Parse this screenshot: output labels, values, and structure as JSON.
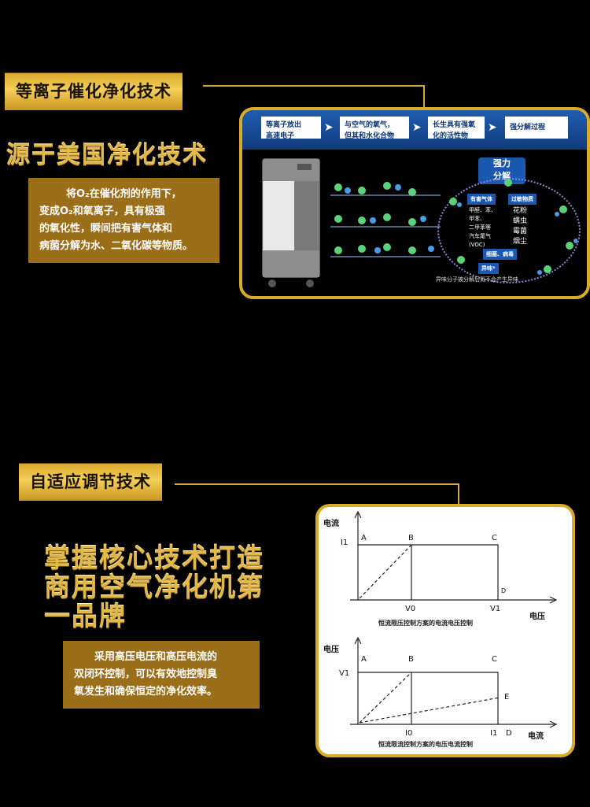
{
  "section1": {
    "tag": "等离子催化净化技术",
    "headline": "源于美国净化技术",
    "description": [
      "将O₂在催化剂的作用下，",
      "变成O₂和氧离子，具有极强",
      "的氧化性，瞬间把有害气体和",
      "病菌分解为水、二氧化碳等物质。"
    ],
    "diagram": {
      "flow_steps": [
        {
          "line1": "等离子放出",
          "line2": "高速电子"
        },
        {
          "line1": "与空气的氧气，",
          "line2": "但其和水化合物"
        },
        {
          "line1": "长生具有强氧",
          "line2": "化的活性物"
        },
        {
          "line1": "强分解过程",
          "line2": ""
        }
      ],
      "strong_label": [
        "强力",
        "分解"
      ],
      "harmful_gas_label": "有害气体",
      "sensitizer_label": "过敏物质",
      "harmful_items": [
        "甲醛、苯、",
        "甲苯、",
        "二甲苯等",
        "汽车尾气",
        "(VOC)"
      ],
      "sensitizer_items": [
        "花粉",
        "螨虫",
        "霉菌",
        "烟尘"
      ],
      "bacteria_label": "细菌、病毒",
      "odor_label": "异味*",
      "footer_note": "异味分子被分解后氮不会产生异味"
    },
    "colors": {
      "gold": "#d8ac2a",
      "blue": "#1b58b0"
    }
  },
  "section2": {
    "tag": "自适应调节技术",
    "headline": [
      "掌握核心技术打造",
      "商用空气净化机第",
      "一品牌"
    ],
    "description": [
      "采用高压电压和高压电流的",
      "双闭环控制，可以有效地控制臭",
      "氧发生和确保恒定的净化效率。"
    ]
  },
  "chart_data": [
    {
      "type": "line",
      "ylabel": "电流",
      "xlabel": "电压",
      "title": "恒流限压控制方案的电流电压控制",
      "y_ticks": [
        "I1"
      ],
      "x_ticks": [
        "V0",
        "V1"
      ],
      "point_labels": [
        "A",
        "B",
        "C",
        "D"
      ],
      "series": [
        {
          "style": "dashed",
          "points": [
            [
              0,
              0
            ],
            [
              "V0",
              "I1"
            ]
          ]
        },
        {
          "style": "solid",
          "points": [
            [
              0,
              "I1"
            ],
            [
              "V0",
              "I1"
            ],
            [
              "V1",
              "I1"
            ],
            [
              "V1",
              0
            ]
          ]
        }
      ]
    },
    {
      "type": "line",
      "ylabel": "电压",
      "xlabel": "电流",
      "title": "恒流限流控制方案的电压电流控制",
      "y_ticks": [
        "V1"
      ],
      "x_ticks": [
        "I0",
        "I1"
      ],
      "point_labels": [
        "A",
        "B",
        "C",
        "D",
        "E"
      ],
      "series": [
        {
          "style": "dashed",
          "points": [
            [
              0,
              0
            ],
            [
              "I0",
              "V1"
            ]
          ]
        },
        {
          "style": "solid",
          "points": [
            [
              0,
              "V1"
            ],
            [
              "I0",
              "V1"
            ],
            [
              "I1",
              "V1"
            ],
            [
              "I1",
              0
            ]
          ]
        },
        {
          "style": "dashed",
          "points": [
            [
              0,
              0
            ],
            [
              "I1",
              "E"
            ]
          ]
        }
      ]
    }
  ]
}
